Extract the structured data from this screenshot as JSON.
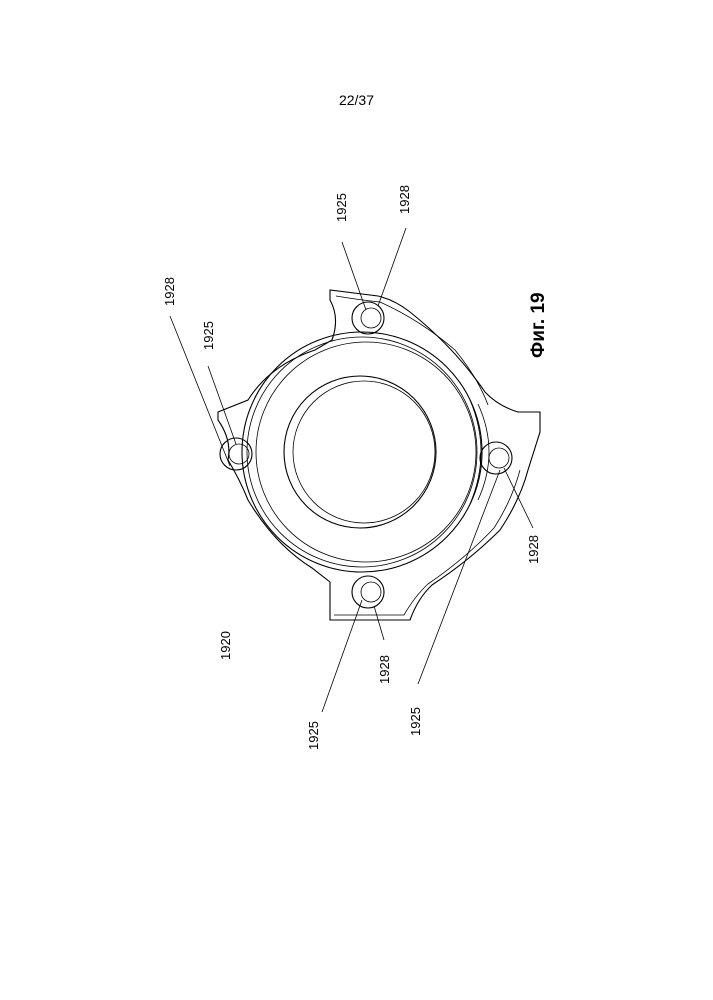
{
  "page": {
    "number": "22/37"
  },
  "figure": {
    "caption": "Фиг. 19",
    "part_label": "1920",
    "reference_labels": [
      {
        "id": "1925-top",
        "text": "1925"
      },
      {
        "id": "1928-top",
        "text": "1928"
      },
      {
        "id": "1928-left",
        "text": "1928"
      },
      {
        "id": "1925-left",
        "text": "1925"
      },
      {
        "id": "1928-right",
        "text": "1928"
      },
      {
        "id": "1928-bottom",
        "text": "1928"
      },
      {
        "id": "1925-bottom-left",
        "text": "1925"
      },
      {
        "id": "1925-bottom-right",
        "text": "1925"
      }
    ]
  }
}
